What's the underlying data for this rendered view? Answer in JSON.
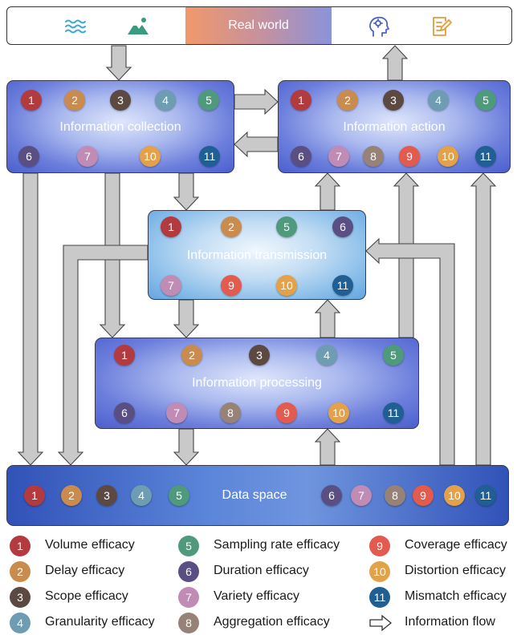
{
  "real_world": {
    "label": "Real world",
    "left_icons": [
      "water-waves-icon",
      "mountain-landscape-icon"
    ],
    "right_icons": [
      "human-brain-icon",
      "document-edit-icon"
    ]
  },
  "boxes": {
    "collection": {
      "title": "Information collection",
      "badges": [
        "1",
        "2",
        "3",
        "4",
        "5",
        "6",
        "7",
        "10",
        "11"
      ]
    },
    "action": {
      "title": "Information action",
      "badges": [
        "1",
        "2",
        "3",
        "4",
        "5",
        "6",
        "7",
        "8",
        "9",
        "10",
        "11"
      ]
    },
    "transmission": {
      "title": "Information transmission",
      "badges": [
        "1",
        "2",
        "5",
        "6",
        "7",
        "9",
        "10",
        "11"
      ]
    },
    "processing": {
      "title": "Information processing",
      "badges": [
        "1",
        "2",
        "3",
        "4",
        "5",
        "6",
        "7",
        "8",
        "9",
        "10",
        "11"
      ]
    },
    "data_space": {
      "title": "Data space",
      "badges": [
        "1",
        "2",
        "3",
        "4",
        "5",
        "6",
        "7",
        "8",
        "9",
        "10",
        "11"
      ]
    }
  },
  "efficacy_colors": {
    "1": "#b33a3e",
    "2": "#c98b4e",
    "3": "#5c4a42",
    "4": "#6e9db3",
    "5": "#4f9a7c",
    "6": "#5a4f83",
    "7": "#c08bb5",
    "8": "#968277",
    "9": "#e35a4e",
    "10": "#e3a24a",
    "11": "#1f5f93"
  },
  "legend": {
    "items": [
      {
        "num": "1",
        "label": "Volume efficacy"
      },
      {
        "num": "2",
        "label": "Delay efficacy"
      },
      {
        "num": "3",
        "label": "Scope efficacy"
      },
      {
        "num": "4",
        "label": "Granularity efficacy"
      },
      {
        "num": "5",
        "label": "Sampling rate efficacy"
      },
      {
        "num": "6",
        "label": "Duration efficacy"
      },
      {
        "num": "7",
        "label": "Variety efficacy"
      },
      {
        "num": "8",
        "label": "Aggregation efficacy"
      },
      {
        "num": "9",
        "label": "Coverage efficacy"
      },
      {
        "num": "10",
        "label": "Distortion efficacy"
      },
      {
        "num": "11",
        "label": "Mismatch efficacy"
      }
    ],
    "flow_label": "Information flow"
  },
  "arrow_color": "#c9c9c9"
}
